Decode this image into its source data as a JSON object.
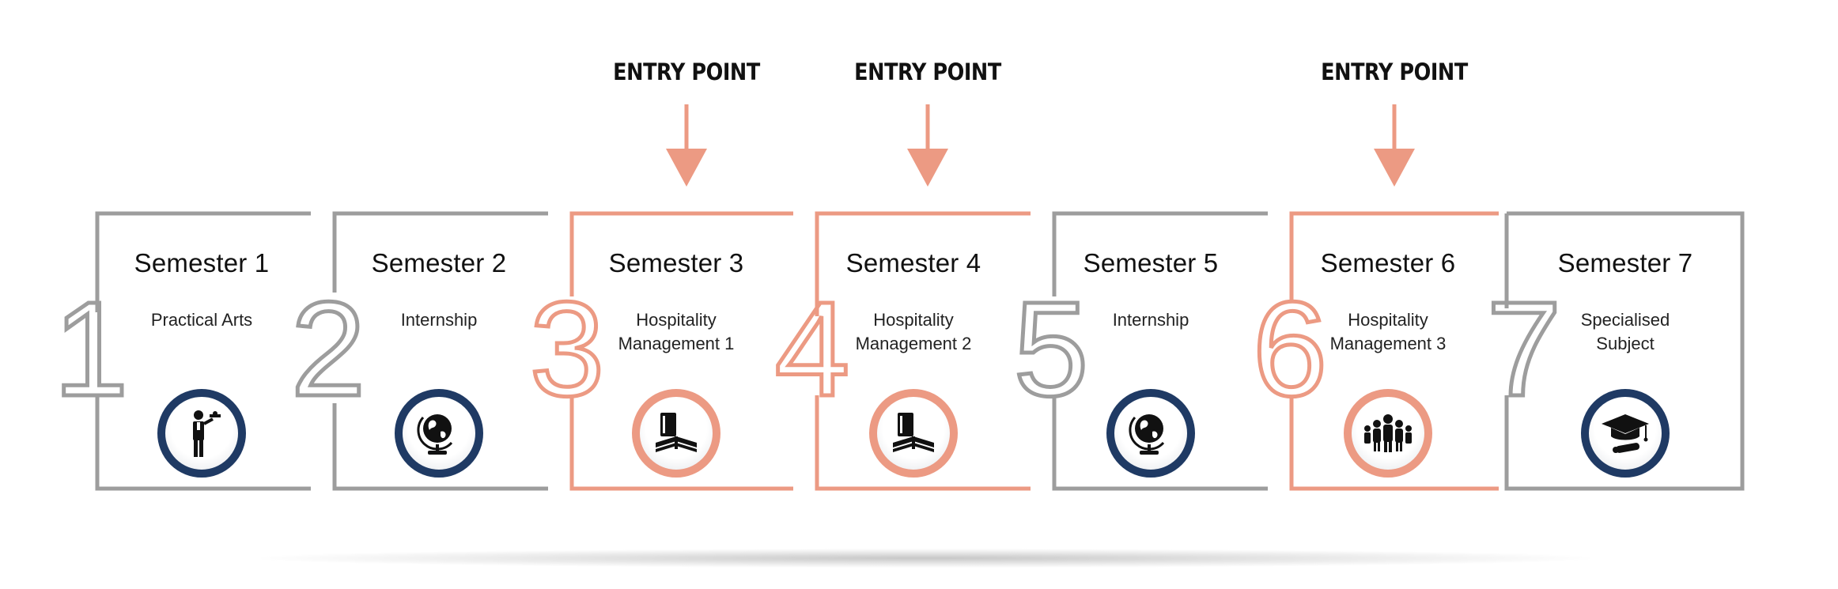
{
  "colors": {
    "gray": "#9d9d9d",
    "coral": "#ec9a83",
    "navy": "#1f3a64",
    "text": "#111111"
  },
  "entry_points": [
    {
      "label": "ENTRY POINT",
      "semester": "3"
    },
    {
      "label": "ENTRY POINT",
      "semester": "4"
    },
    {
      "label": "ENTRY POINT",
      "semester": "6"
    }
  ],
  "semesters": [
    {
      "number": "1",
      "title": "Semester 1",
      "subtitle": "Practical Arts",
      "subtitle_line2": "",
      "icon": "waiter-icon",
      "accent": "gray"
    },
    {
      "number": "2",
      "title": "Semester 2",
      "subtitle": "Internship",
      "subtitle_line2": "",
      "icon": "globe-icon",
      "accent": "gray"
    },
    {
      "number": "3",
      "title": "Semester 3",
      "subtitle": "Hospitality",
      "subtitle_line2": "Management 1",
      "icon": "books-icon",
      "accent": "coral"
    },
    {
      "number": "4",
      "title": "Semester 4",
      "subtitle": "Hospitality",
      "subtitle_line2": "Management 2",
      "icon": "books-icon",
      "accent": "coral"
    },
    {
      "number": "5",
      "title": "Semester 5",
      "subtitle": "Internship",
      "subtitle_line2": "",
      "icon": "globe-icon",
      "accent": "gray"
    },
    {
      "number": "6",
      "title": "Semester 6",
      "subtitle": "Hospitality",
      "subtitle_line2": "Management 3",
      "icon": "people-icon",
      "accent": "coral"
    },
    {
      "number": "7",
      "title": "Semester 7",
      "subtitle": "Specialised",
      "subtitle_line2": "Subject",
      "icon": "graduation-cap-icon",
      "accent": "gray"
    }
  ]
}
